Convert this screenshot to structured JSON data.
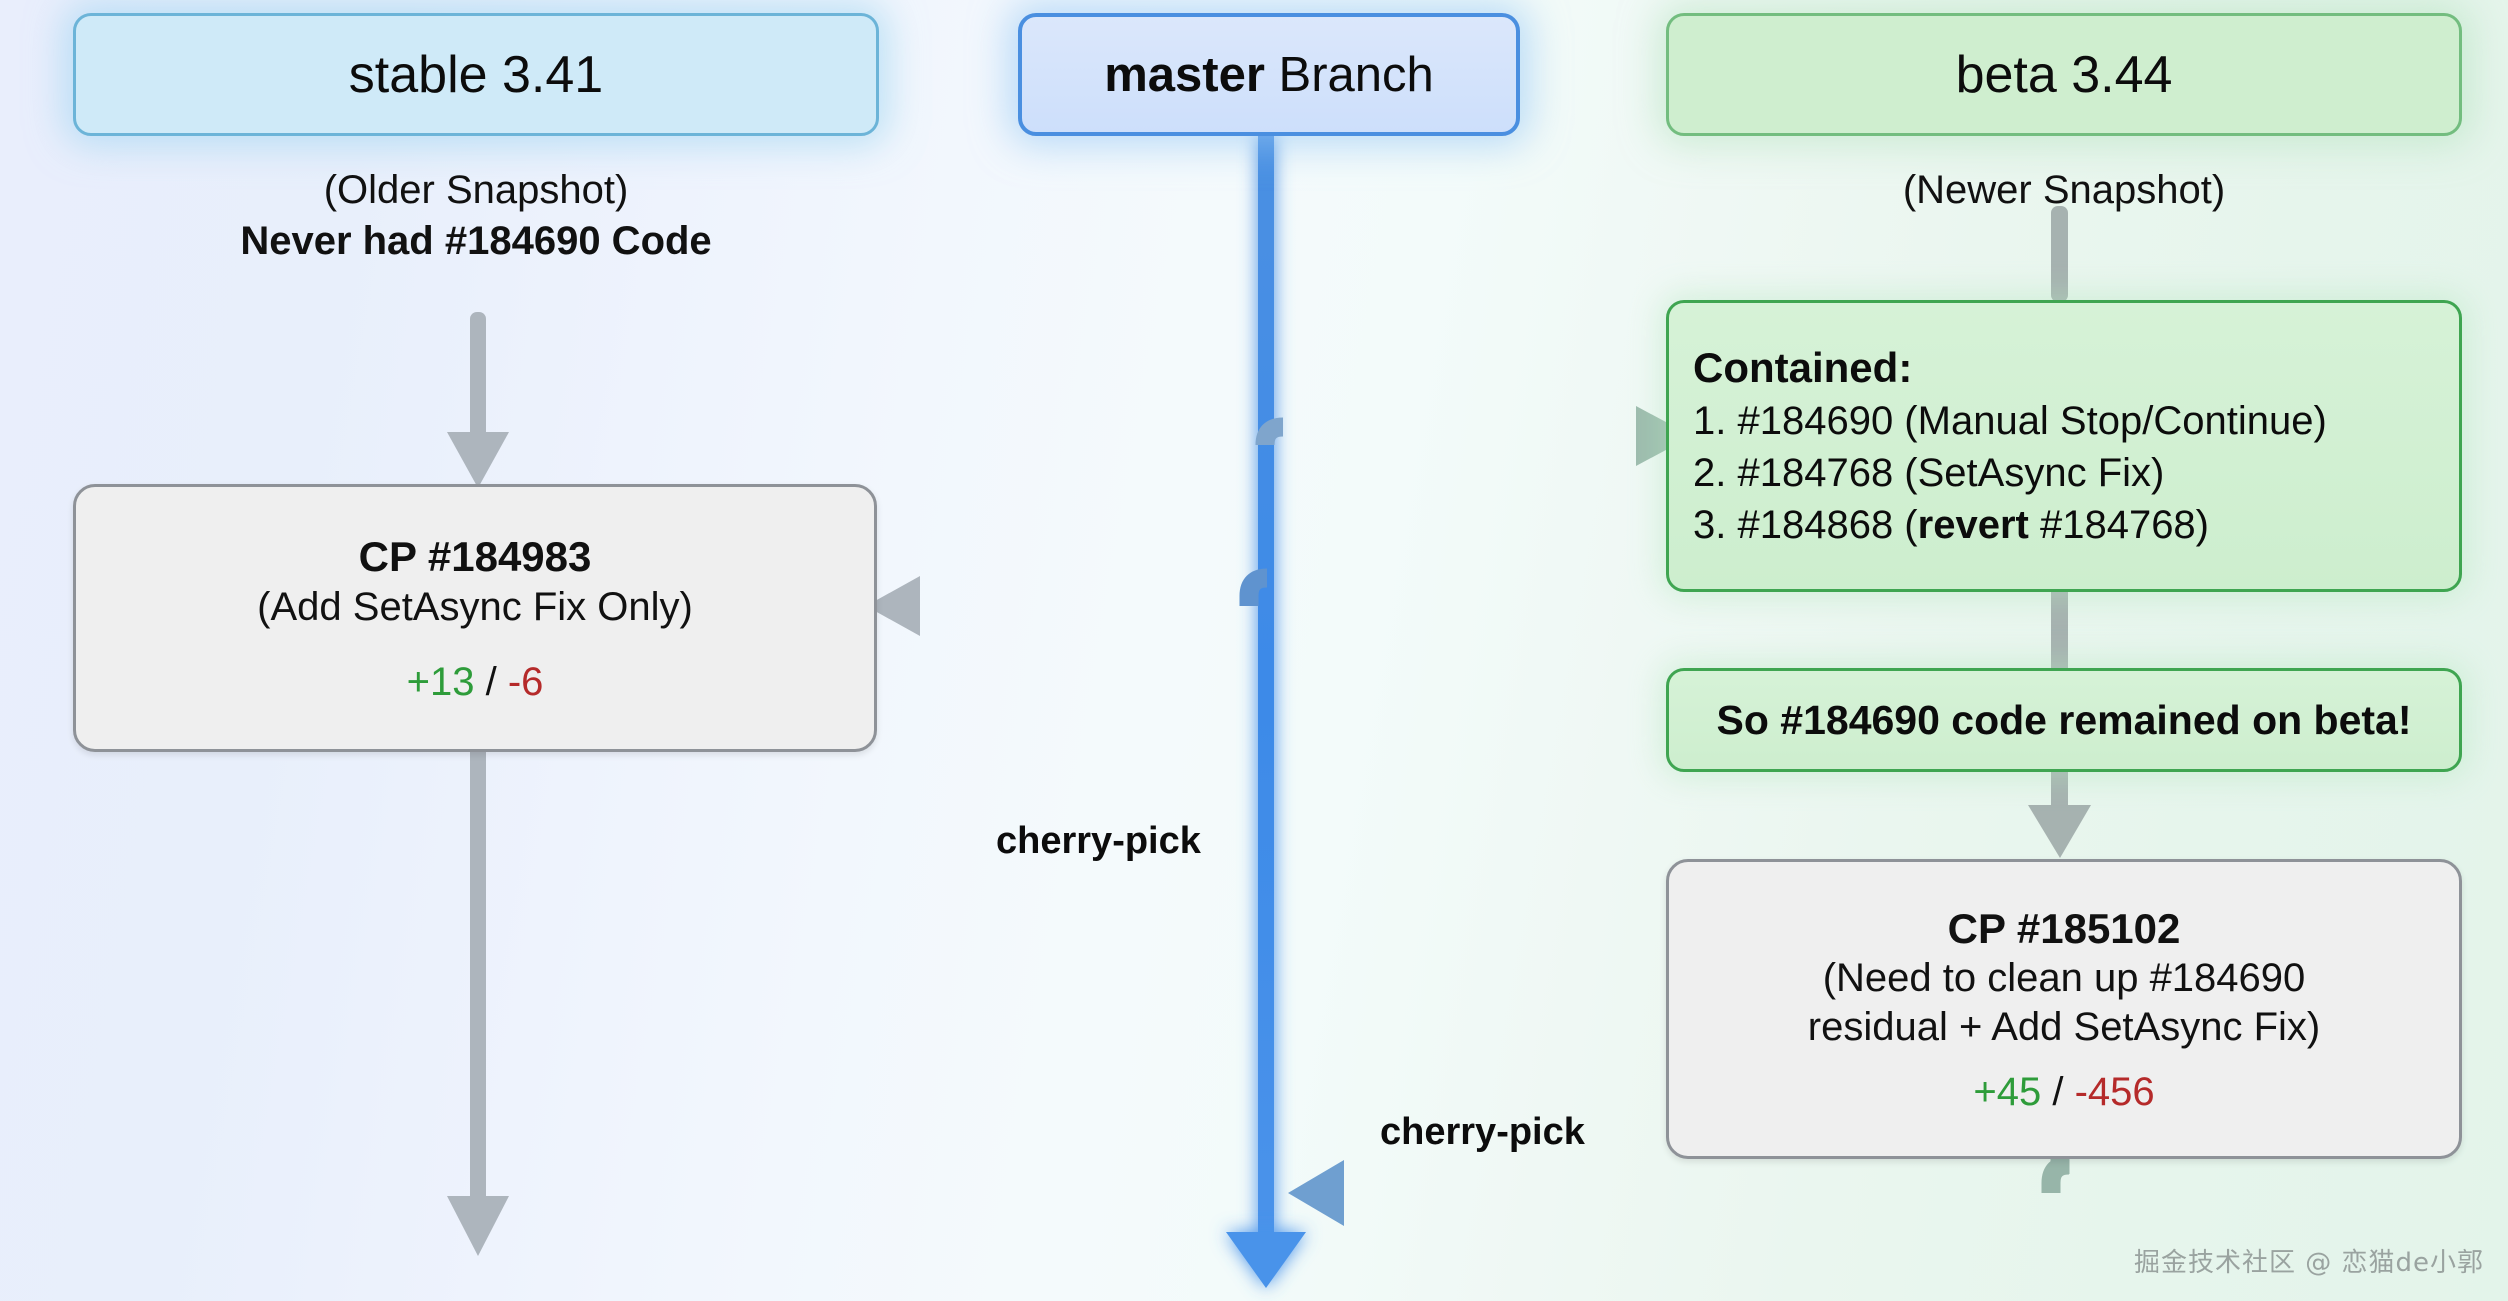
{
  "columns": {
    "stable": {
      "header": "stable 3.41",
      "caption_line1": "(Older Snapshot)",
      "caption_line2": "Never had #184690 Code",
      "cp_card": {
        "title": "CP #184983",
        "subtitle": "(Add SetAsync Fix Only)",
        "additions": "+13",
        "separator": "/",
        "deletions": "-6"
      }
    },
    "master": {
      "header_bold": "master",
      "header_regular": "Branch"
    },
    "beta": {
      "header": "beta 3.44",
      "caption_line1": "(Newer Snapshot)",
      "contained": {
        "heading": "Contained:",
        "items": [
          {
            "text_before": "1. #184690 (Manual Stop/Continue)",
            "bold": "",
            "text_after": ""
          },
          {
            "text_before": "2. #184768 (SetAsync Fix)",
            "bold": "",
            "text_after": ""
          },
          {
            "text_before": "3. #184868 (",
            "bold": "revert",
            "text_after": " #184768)"
          }
        ]
      },
      "remained_note": "So #184690 code remained on beta!",
      "cp_card": {
        "title": "CP #185102",
        "subtitle_line1": "(Need to clean up #184690",
        "subtitle_line2": "residual + Add SetAsync Fix)",
        "additions": "+45",
        "separator": "/",
        "deletions": "-456"
      }
    }
  },
  "edges": {
    "cherry_pick_to_stable": "cherry-pick",
    "cherry_pick_from_beta": "cherry-pick"
  },
  "watermark": "掘金技术社区 @ 恋猫de小郭",
  "colors": {
    "master_blue": "#3d8ae8",
    "grey_arrow": "#adb5bd",
    "green_border": "#3fa551",
    "stable_border": "#6cb4d8",
    "additions": "#2e9c3a",
    "deletions": "#b52a2a"
  }
}
